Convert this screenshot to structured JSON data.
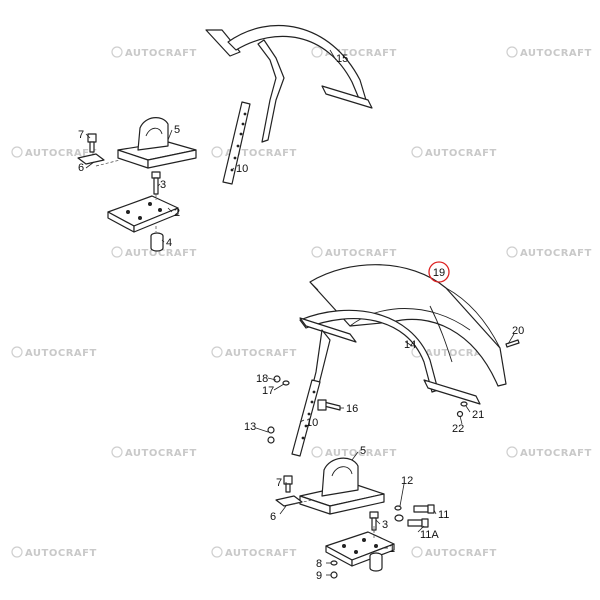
{
  "watermark": {
    "brand": "AUTOCRAFT",
    "icon": "autocraft-logo-icon"
  },
  "callouts": {
    "c15": "15",
    "c5a": "5",
    "c7a": "7",
    "c6a": "6",
    "c3a": "3",
    "c2": "2",
    "c4": "4",
    "c10a": "10",
    "c19": "19",
    "c20": "20",
    "c14": "14",
    "c18": "18",
    "c17": "17",
    "c16": "16",
    "c21": "21",
    "c22": "22",
    "c13": "13",
    "c10b": "10",
    "c5b": "5",
    "c7b": "7",
    "c6b": "6",
    "c12": "12",
    "c11": "11",
    "c11a": "11A",
    "c3b": "3",
    "c1": "1",
    "c8": "8",
    "c9": "9"
  },
  "highlight": {
    "color": "#dd2222",
    "callout": "19"
  }
}
